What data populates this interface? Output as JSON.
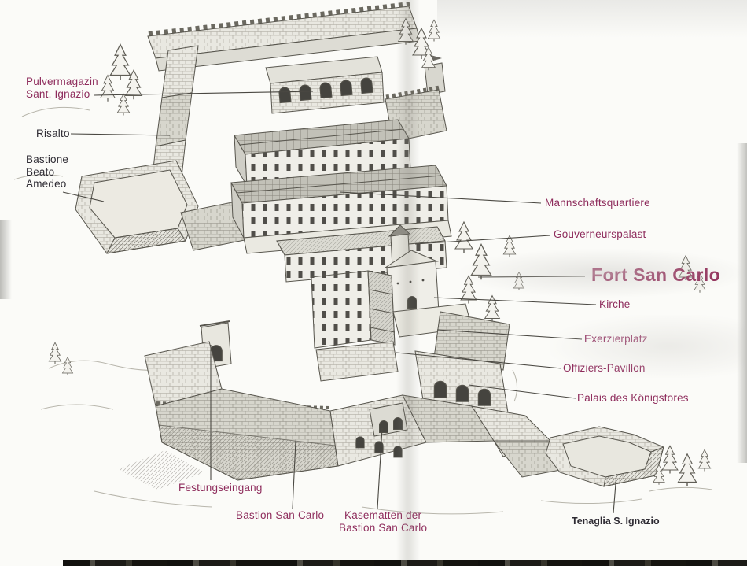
{
  "title": {
    "text": "Fort San Carlo"
  },
  "labels": {
    "pulvermagazin": {
      "text": "Pulvermagazin\nSant. Ignazio"
    },
    "risalto": {
      "text": "Risalto"
    },
    "bastione_beato_amedeo": {
      "text": "Bastione\nBeato\nAmedeo"
    },
    "mannschaftsquartiere": {
      "text": "Mannschaftsquartiere"
    },
    "gouverneurspalast": {
      "text": "Gouverneurspalast"
    },
    "kirche": {
      "text": "Kirche"
    },
    "exerzierplatz": {
      "text": "Exerzierplatz"
    },
    "offiziers_pavillon": {
      "text": "Offiziers-Pavillon"
    },
    "palais_des_koenigstores": {
      "text": "Palais des Königstores"
    },
    "festungseingang": {
      "text": "Festungseingang"
    },
    "bastion_san_carlo": {
      "text": "Bastion San Carlo"
    },
    "kasematten": {
      "text": "Kasematten der\nBastion San Carlo"
    },
    "tenaglia_s_ignazio": {
      "text": "Tenaglia S. Ignazio"
    }
  },
  "colors": {
    "label_maroon": "#8e2c5c",
    "label_dark": "#2e2b33",
    "leader": "#4a4842",
    "title": "#8e2553"
  }
}
